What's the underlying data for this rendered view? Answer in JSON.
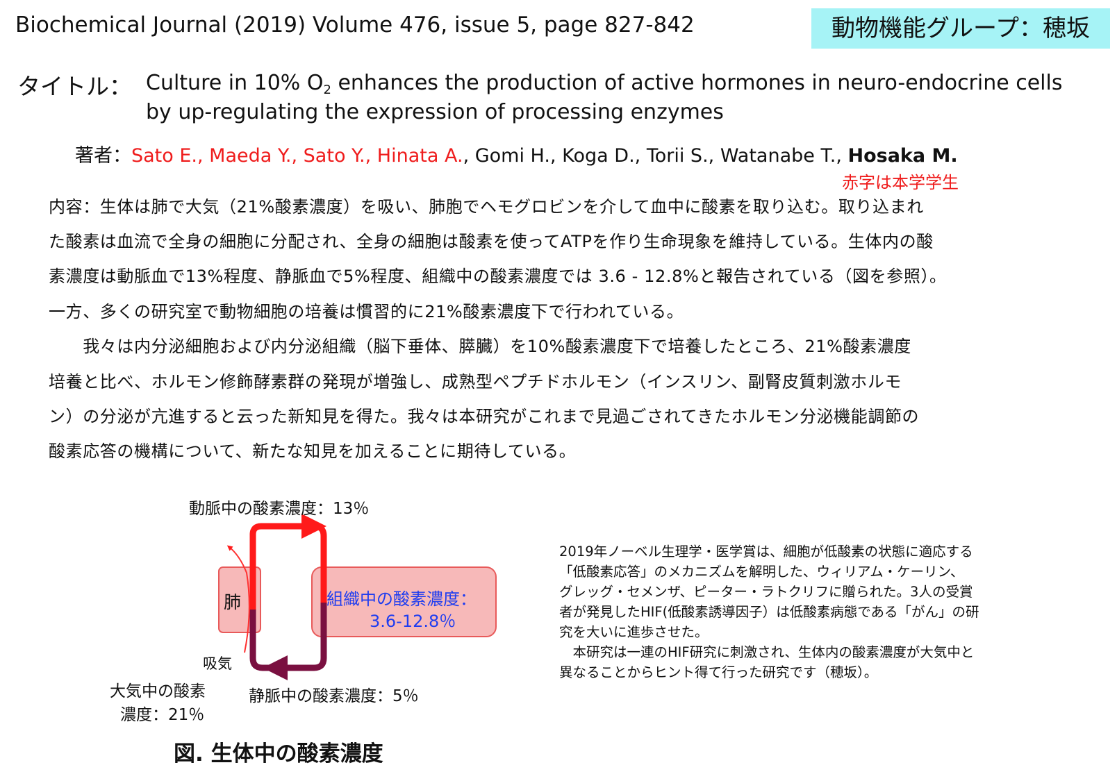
{
  "header": {
    "journal": "Biochemical Journal (2019) Volume 476, issue 5, page 827-842",
    "group": "動物機能グループ：穂坂"
  },
  "title": {
    "label": "タイトル：",
    "line1_pre": "Culture in 10% O",
    "line1_sub": "2",
    "line1_post": " enhances the production of active hormones in neuro-endocrine cells",
    "line2": "by up-regulating the expression of processing enzymes"
  },
  "authors": {
    "label": "著者：",
    "student_authors": "Sato E., Maeda Y., Sato Y., Hinata A.",
    "separator": ", ",
    "other_authors": "Gomi H., Koga D., Torii S., Watanabe T., ",
    "lead_author": "Hosaka M.",
    "note": "赤字は本学学生"
  },
  "content": {
    "lines": [
      "内容：生体は肺で大気（21%酸素濃度）を吸い、肺胞でヘモグロビンを介して血中に酸素を取り込む。取り込まれ",
      "た酸素は血流で全身の細胞に分配され、全身の細胞は酸素を使ってATPを作り生命現象を維持している。生体内の酸",
      "素濃度は動脈血で13%程度、静脈血で5%程度、組織中の酸素濃度では 3.6 - 12.8%と報告されている（図を参照）。",
      "一方、多くの研究室で動物細胞の培養は慣習的に21%酸素濃度下で行われている。",
      "　　我々は内分泌細胞および内分泌組織（脳下垂体、膵臓）を10%酸素濃度下で培養したところ、21%酸素濃度",
      "培養と比べ、ホルモン修飾酵素群の発現が増強し、成熟型ペプチドホルモン（インスリン、副腎皮質刺激ホルモ",
      "ン）の分泌が亢進すると云った新知見を得た。我々は本研究がこれまで見過ごされてきたホルモン分泌機能調節の",
      "酸素応答の機構について、新たな知見を加えることに期待している。"
    ]
  },
  "figure": {
    "arterial": "動脈中の酸素濃度：13％",
    "lung": "肺",
    "tissue_line1": "組織中の酸素濃度：",
    "tissue_line2": "3.6-12.8％",
    "inhale": "吸気",
    "atm_line1": "大気中の酸素",
    "atm_line2": "濃度：21％",
    "venous": "静脈中の酸素濃度：5％",
    "caption": "図. 生体中の酸素濃度",
    "colors": {
      "artery": "#ff1a1a",
      "vein": "#7a1040",
      "box_fill": "#f7b9b9",
      "box_stroke": "#e85a5a",
      "tissue_text": "#1f3df0"
    }
  },
  "sidebar_note": {
    "lines": [
      "2019年ノーベル生理学・医学賞は、細胞が低酸素の状態に適応する",
      "「低酸素応答」のメカニズムを解明した、ウィリアム・ケーリン、",
      "グレッグ・セメンザ、ピーター・ラトクリフに贈られた。3人の受賞",
      "者が発見したHIF(低酸素誘導因子）は低酸素病態である「がん」の研",
      "究を大いに進歩させた。",
      "　本研究は一連のHIF研究に刺激され、生体内の酸素濃度が大気中と",
      "異なることからヒント得て行った研究です（穂坂）。"
    ]
  }
}
